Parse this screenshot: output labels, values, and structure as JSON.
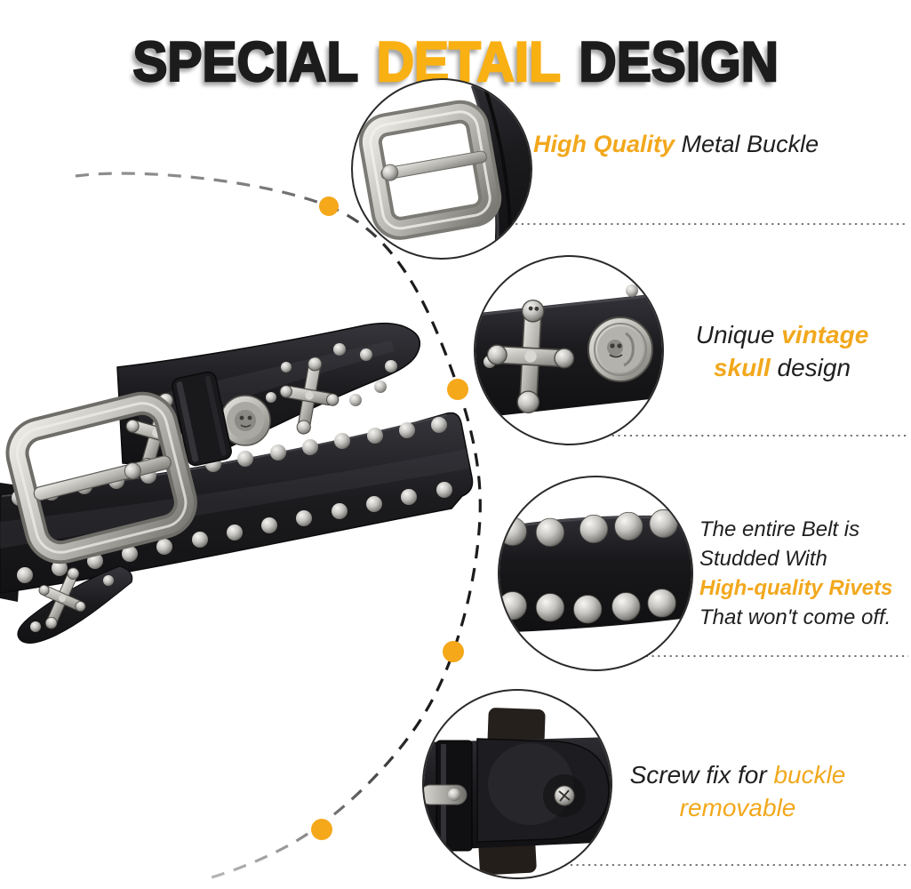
{
  "title": {
    "words": [
      {
        "text": "SPECIAL"
      },
      {
        "text": "DETAIL"
      },
      {
        "text": "DESIGN"
      }
    ],
    "accent_word_index": 1
  },
  "colors": {
    "accent_text": "#F2A81D",
    "title_accent": "#F9B013",
    "dark_text": "#1C1C1C",
    "yellow_dot": "#F4A81A",
    "leather_black": "#1B1B1E",
    "silver": "#C9C8C4",
    "circle_border": "#2A2A2A",
    "arc_dash": "#1B1B1B",
    "dotted_line": "#757575",
    "background": "#FFFFFF"
  },
  "callouts": [
    {
      "id": "metal-buckle",
      "lines": [
        [
          {
            "t": "High Quality"
          },
          {
            "t": " Metal Buckle"
          }
        ]
      ]
    },
    {
      "id": "vintage-skull",
      "lines": [
        [
          {
            "t": "Unique "
          },
          {
            "t": "vintage"
          }
        ],
        [
          {
            "t": "skull"
          },
          {
            "t": " design"
          }
        ]
      ]
    },
    {
      "id": "rivets",
      "lines": [
        [
          {
            "t": "The entire Belt is"
          }
        ],
        [
          {
            "t": "Studded With"
          }
        ],
        [
          {
            "t": "High-quality Rivets"
          }
        ],
        [
          {
            "t": "That won't come off."
          }
        ]
      ]
    },
    {
      "id": "screw-buckle",
      "lines": [
        [
          {
            "t": "Screw fix for "
          },
          {
            "t": "buckle"
          }
        ],
        [
          {
            "t": "removable"
          }
        ]
      ]
    }
  ],
  "photos": {
    "main": "black-leather-studded-belt",
    "inset1": "metal-buckle-closeup",
    "inset2": "skull-cross-studs-closeup",
    "inset3": "rivet-studs-closeup",
    "inset4": "buckle-screw-closeup"
  }
}
